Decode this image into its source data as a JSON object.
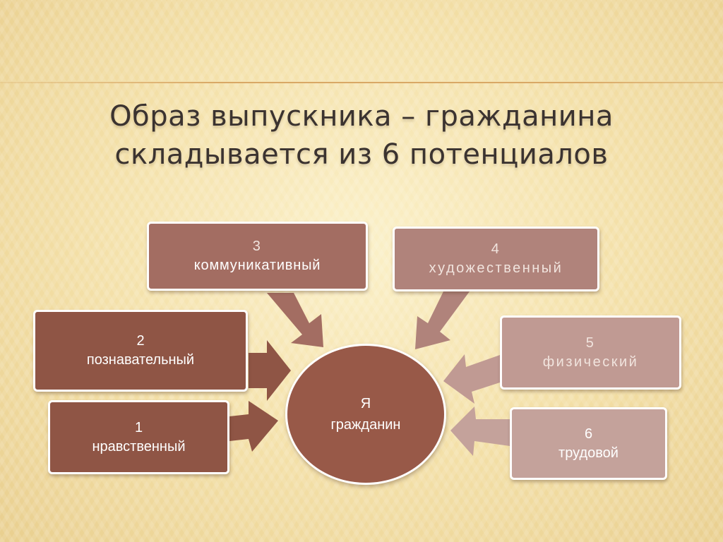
{
  "title": {
    "line1": "Образ выпускника – гражданина",
    "line2": "складывается из 6 потенциалов"
  },
  "center": {
    "line1": "Я",
    "line2": "гражданин"
  },
  "potentials": [
    {
      "number": "1",
      "label": "нравственный"
    },
    {
      "number": "2",
      "label": "познавательный"
    },
    {
      "number": "3",
      "label": "коммуникативный"
    },
    {
      "number": "4",
      "label": "художественный"
    },
    {
      "number": "5",
      "label": "физический"
    },
    {
      "number": "6",
      "label": "трудовой"
    }
  ],
  "colors": {
    "potential_1": "#8f5545",
    "potential_2": "#8f5545",
    "potential_3": "#a36d62",
    "potential_4": "#b0837b",
    "potential_5": "#c09a93",
    "potential_6": "#c4a29b",
    "center": "#985948"
  }
}
